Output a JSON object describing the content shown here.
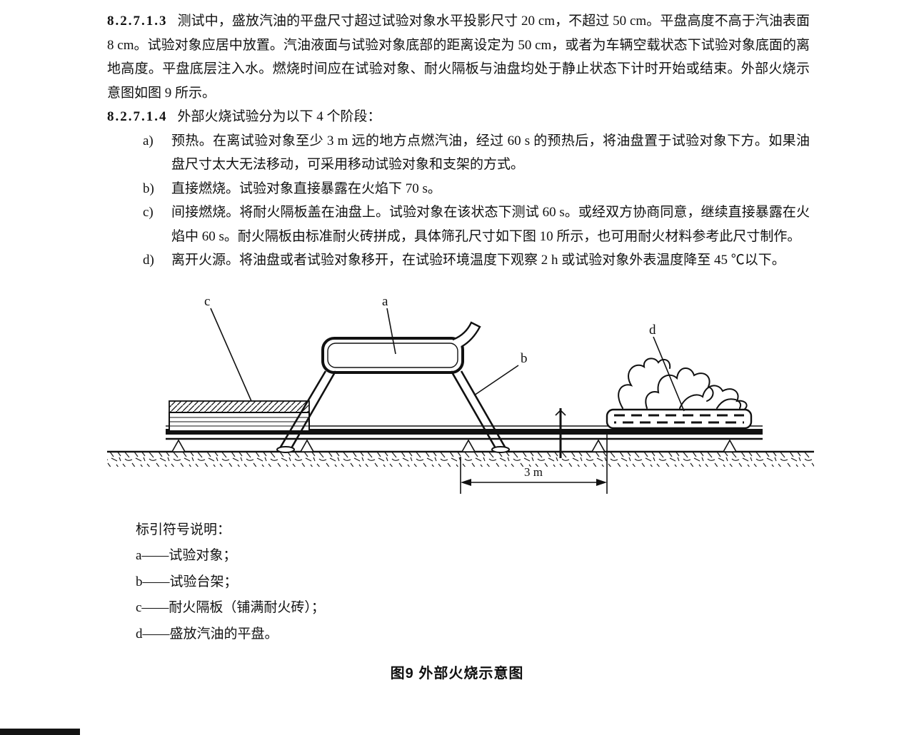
{
  "document": {
    "clause_1": {
      "number": "8.2.7.1.3",
      "body": "测试中，盛放汽油的平盘尺寸超过试验对象水平投影尺寸 20 cm，不超过 50 cm。平盘高度不高于汽油表面 8 cm。试验对象应居中放置。汽油液面与试验对象底部的距离设定为 50 cm，或者为车辆空载状态下试验对象底面的离地高度。平盘底层注入水。燃烧时间应在试验对象、耐火隔板与油盘均处于静止状态下计时开始或结束。外部火烧示意图如图 9 所示。"
    },
    "clause_2": {
      "number": "8.2.7.1.4",
      "body": "外部火烧试验分为以下 4 个阶段："
    },
    "stages": [
      {
        "label": "a)",
        "text": "预热。在离试验对象至少 3 m 远的地方点燃汽油，经过 60 s 的预热后，将油盘置于试验对象下方。如果油盘尺寸太大无法移动，可采用移动试验对象和支架的方式。"
      },
      {
        "label": "b)",
        "text": "直接燃烧。试验对象直接暴露在火焰下 70 s。"
      },
      {
        "label": "c)",
        "text": "间接燃烧。将耐火隔板盖在油盘上。试验对象在该状态下测试 60 s。或经双方协商同意，继续直接暴露在火焰中 60 s。耐火隔板由标准耐火砖拼成，具体筛孔尺寸如下图 10 所示，也可用耐火材料参考此尺寸制作。"
      },
      {
        "label": "d)",
        "text": "离开火源。将油盘或者试验对象移开，在试验环境温度下观察 2 h 或试验对象外表温度降至 45 ℃以下。"
      }
    ],
    "figure": {
      "labels": {
        "a": "a",
        "b": "b",
        "c": "c",
        "d": "d"
      },
      "dimension": "3 m",
      "legend_title": "标引符号说明：",
      "legend": [
        "a——试验对象；",
        "b——试验台架；",
        "c——耐火隔板（铺满耐火砖）；",
        "d——盛放汽油的平盘。"
      ],
      "caption": "图9 外部火烧示意图"
    }
  }
}
